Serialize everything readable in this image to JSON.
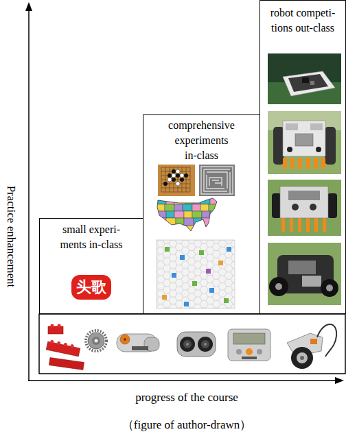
{
  "diagram": {
    "caption": "（figure of author-drawn）",
    "nodes": [
      {
        "text": [
          "small experi- ments in-class",
          "头歌"
        ]
      },
      {
        "text": [
          "comprehensive experiments in-class"
        ]
      },
      {
        "text": [
          "robot competi- tions out-class"
        ]
      }
    ],
    "labels": [
      "Practice enhancement",
      "progress of the course"
    ]
  }
}
